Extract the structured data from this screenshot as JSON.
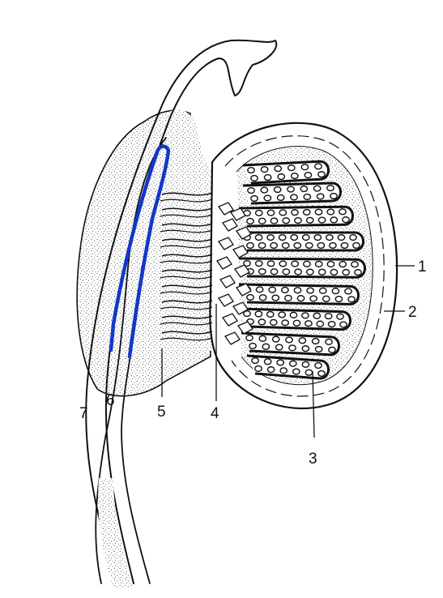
{
  "figure": {
    "labels": [
      {
        "id": "1",
        "text": "1"
      },
      {
        "id": "2",
        "text": "2"
      },
      {
        "id": "3",
        "text": "3"
      },
      {
        "id": "4",
        "text": "4"
      },
      {
        "id": "5",
        "text": "5"
      },
      {
        "id": "6",
        "text": "6"
      },
      {
        "id": "7",
        "text": "7"
      }
    ]
  },
  "colors": {
    "ink": "#111111",
    "highlight": "#1238c8",
    "background": "#ffffff"
  }
}
